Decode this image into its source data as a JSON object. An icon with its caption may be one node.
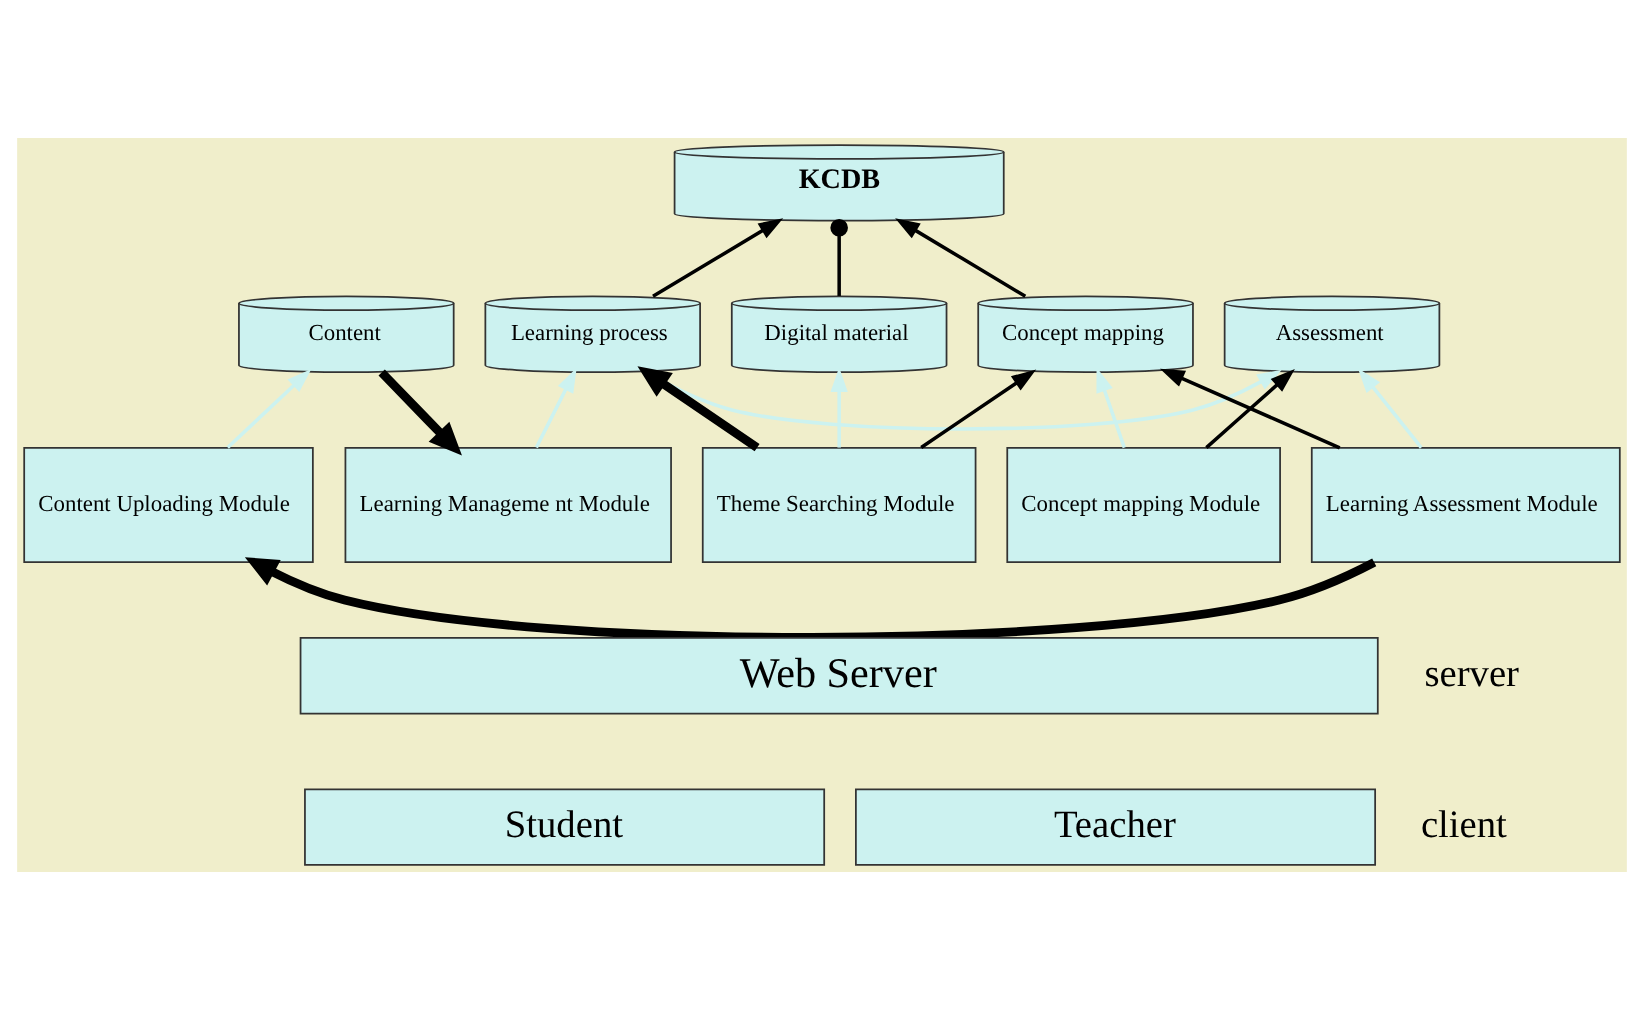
{
  "diagram": {
    "nodes": [
      {
        "text": [
          "KCDB"
        ]
      },
      {
        "text": [
          "Content"
        ]
      },
      {
        "text": [
          "Learning process"
        ]
      },
      {
        "text": [
          "Digital material"
        ]
      },
      {
        "text": [
          "Concept mapping"
        ]
      },
      {
        "text": [
          "Assessment"
        ]
      },
      {
        "text": [
          "Content Uploading Module"
        ]
      },
      {
        "text": [
          "Learning Manageme nt Module"
        ]
      },
      {
        "text": [
          "Theme Searching Module"
        ]
      },
      {
        "text": [
          "Concept mapping Module"
        ]
      },
      {
        "text": [
          "Learning Assessment Module"
        ]
      },
      {
        "text": [
          "Web Server"
        ]
      },
      {
        "text": [
          "Student"
        ]
      },
      {
        "text": [
          "Teacher"
        ]
      }
    ],
    "edges": [
      {
        "from": 2,
        "to": 5,
        "arrow": "to",
        "color": "#ccf2f0"
      },
      {
        "from": 2,
        "to": 0,
        "arrow": "to"
      },
      {
        "from": 3,
        "to": 0,
        "arrow": "other"
      },
      {
        "from": 4,
        "to": 0,
        "arrow": "to"
      },
      {
        "from": 6,
        "to": 1,
        "arrow": "to",
        "color": "#ccf2f0"
      },
      {
        "from": 7,
        "to": 2,
        "arrow": "to",
        "color": "#ccf2f0"
      },
      {
        "from": 8,
        "to": 3,
        "arrow": "to",
        "color": "#ccf2f0"
      },
      {
        "from": 9,
        "to": 4,
        "arrow": "to",
        "color": "#ccf2f0"
      },
      {
        "from": 10,
        "to": 5,
        "arrow": "to",
        "color": "#ccf2f0"
      },
      {
        "from": 1,
        "to": 7,
        "arrow": "to",
        "style": "thick"
      },
      {
        "from": 8,
        "to": 2,
        "arrow": "to",
        "style": "thick"
      },
      {
        "from": 10,
        "to": 6,
        "arrow": "to",
        "style": "thick"
      },
      {
        "from": 8,
        "to": 4,
        "arrow": "to"
      },
      {
        "from": 9,
        "to": 5,
        "arrow": "to"
      },
      {
        "from": 10,
        "to": 4,
        "arrow": "to"
      }
    ],
    "labels": [
      "server",
      "client"
    ]
  }
}
